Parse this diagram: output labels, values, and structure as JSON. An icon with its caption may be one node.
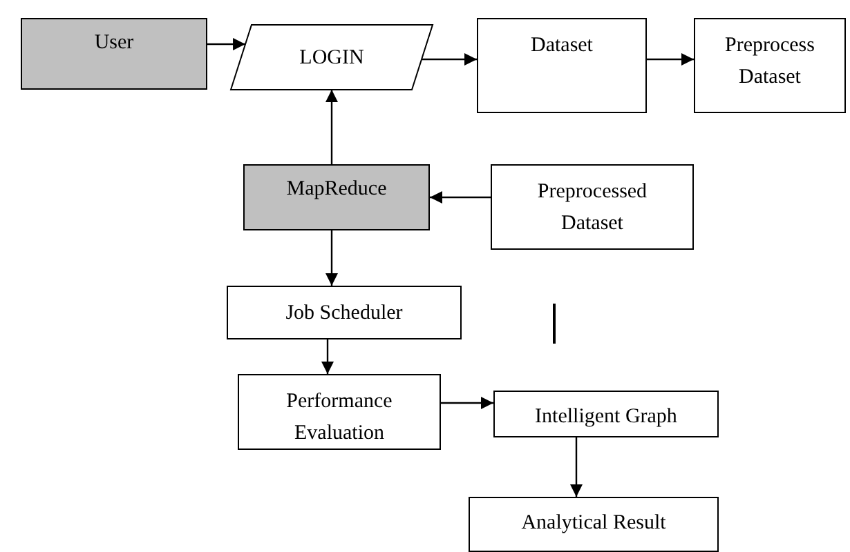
{
  "diagram": {
    "nodes": [
      {
        "text": [
          "User"
        ]
      },
      {
        "text": [
          "LOGIN"
        ]
      },
      {
        "text": [
          "Dataset"
        ]
      },
      {
        "text": [
          "Preprocess Dataset"
        ]
      },
      {
        "text": [
          "MapReduce"
        ]
      },
      {
        "text": [
          "Preprocessed Dataset"
        ]
      },
      {
        "text": [
          "Job Scheduler"
        ]
      },
      {
        "text": [
          "Performance Evaluation"
        ]
      },
      {
        "text": [
          "Intelligent Graph"
        ]
      },
      {
        "text": [
          "Analytical Result"
        ]
      }
    ],
    "edges": [
      {
        "from": 0,
        "to": 1,
        "arrow": "to"
      },
      {
        "from": 1,
        "to": 2,
        "arrow": "to"
      },
      {
        "from": 2,
        "to": 3,
        "arrow": "to"
      },
      {
        "from": 4,
        "to": 1,
        "arrow": "to"
      },
      {
        "from": 5,
        "to": 4,
        "arrow": "to"
      },
      {
        "from": 4,
        "to": 6,
        "arrow": "to"
      },
      {
        "from": 6,
        "to": 7,
        "arrow": "to"
      },
      {
        "from": 7,
        "to": 8,
        "arrow": "to"
      },
      {
        "from": 8,
        "to": 9,
        "arrow": "to"
      }
    ]
  }
}
